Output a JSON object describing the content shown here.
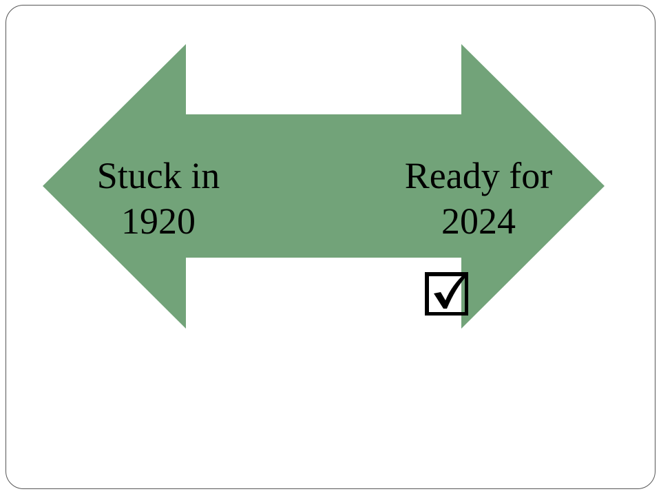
{
  "slide": {
    "left_label": {
      "line1": "Stuck in",
      "line2": "1920"
    },
    "right_label": {
      "line1": "Ready for",
      "line2": "2024"
    },
    "checkbox_state": "checked"
  },
  "colors": {
    "arrow_fill": "#72a379",
    "slide_border": "#555555",
    "text": "#000000",
    "background": "#ffffff"
  },
  "icons": {
    "arrow": "double-headed-arrow",
    "check": "checked-checkbox-icon"
  }
}
